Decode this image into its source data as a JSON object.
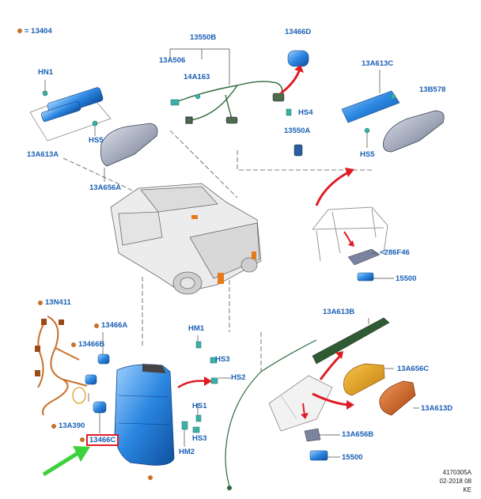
{
  "legend": {
    "dot_color": "#c8702a",
    "text": "= 13404"
  },
  "labels": {
    "hn1": "HN1",
    "p13a613a": "13A613A",
    "hs5_left": "HS5",
    "p13a656a": "13A656A",
    "p13550b": "13550B",
    "p13a506": "13A506",
    "p14a163": "14A163",
    "p13466d": "13466D",
    "hs4": "HS4",
    "p13550a": "13550A",
    "p13a613c": "13A613C",
    "p13b578": "13B578",
    "hs5_right": "HS5",
    "p286f46": "<286F46",
    "p15500_top": "15500",
    "p13n411": "13N411",
    "p13466a": "13466A",
    "p13466b": "13466B",
    "p13a390": "13A390",
    "p13466c": "13466C",
    "hm1": "HM1",
    "hs3_top": "HS3",
    "hs2": "HS2",
    "hs1": "HS1",
    "hs3_bottom": "HS3",
    "hm2": "HM2",
    "p13a613b": "13A613B",
    "p13a656c": "13A656C",
    "p13a613d": "13A613D",
    "p13a656b": "13A656B",
    "p15500_bottom": "15500"
  },
  "meta": {
    "line1": "4170305A",
    "line2": "02-2018 08",
    "line3": "KE"
  },
  "colors": {
    "label": "#1a5fb4",
    "highlight_box": "#e01b24",
    "pointer_arrow": "#e01b24",
    "callout_arrow": "#3cd23c",
    "lamp_body": "#1e78d2",
    "harness": "#c8702a",
    "amber_lens": "#e8a020",
    "red_lens": "#d05a1a"
  }
}
